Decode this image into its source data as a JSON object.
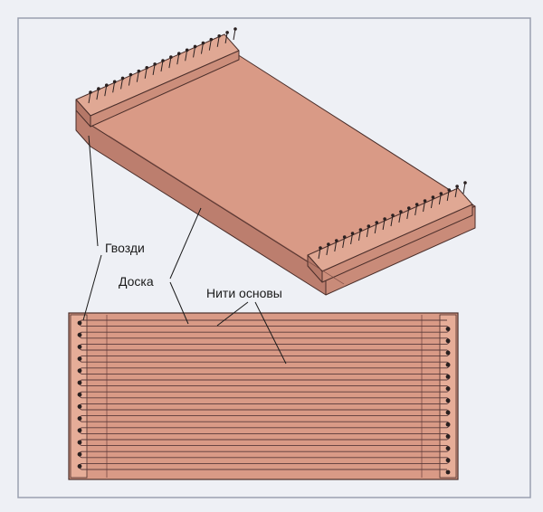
{
  "labels": {
    "nails": "Гвозди",
    "board": "Доска",
    "warp_threads": "Нити основы"
  },
  "colors": {
    "page": "#eef0f5",
    "frame": "#9aa0b0",
    "board_top": "#d99a86",
    "board_front": "#c98b79",
    "board_side": "#bc7e6e",
    "outline": "#4a2e2a",
    "thread": "#5a3a3a",
    "nail": "#2a2020"
  },
  "icons": [
    "nail-icon"
  ]
}
